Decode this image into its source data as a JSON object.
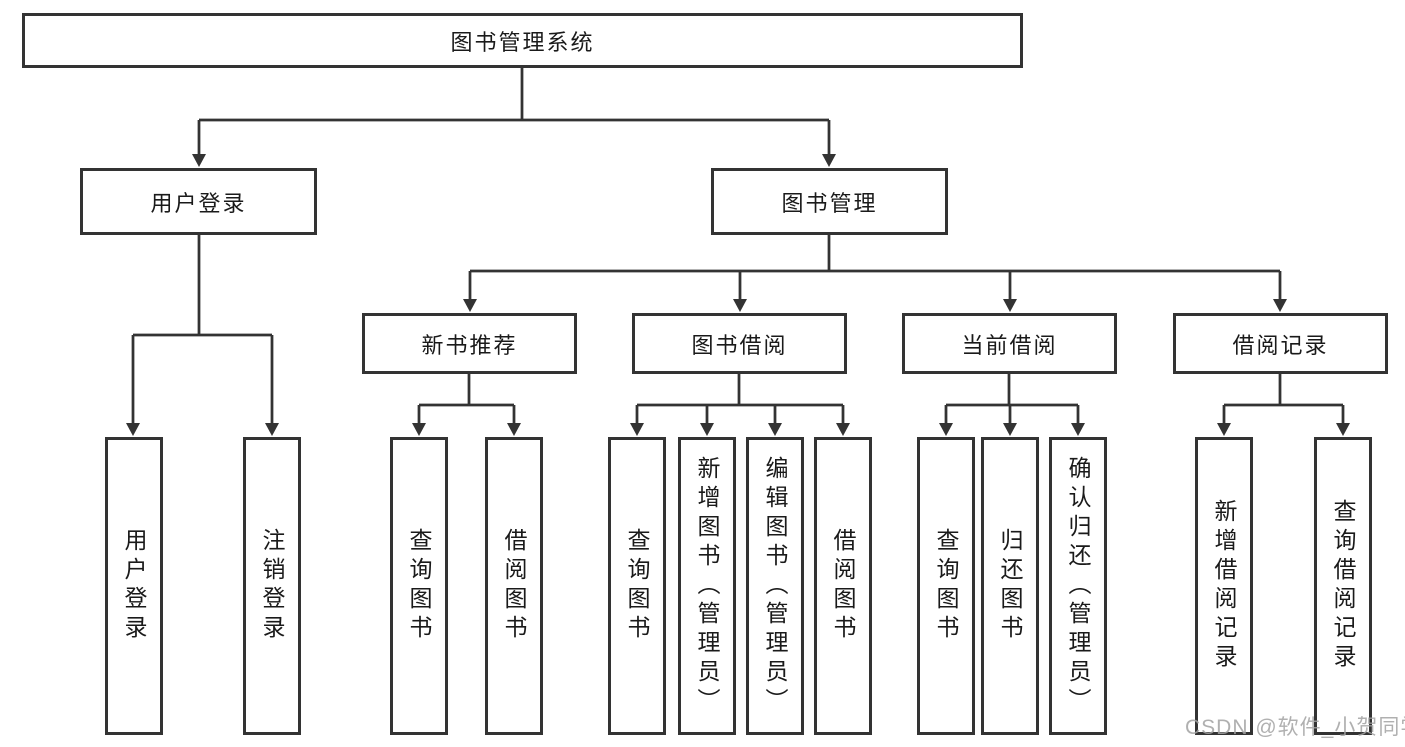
{
  "diagram_type": "hierarchy-tree",
  "tree": {
    "root": {
      "label": "图书管理系统",
      "children": [
        {
          "label": "用户登录",
          "children": [
            {
              "label": "用户登录"
            },
            {
              "label": "注销登录"
            }
          ]
        },
        {
          "label": "图书管理",
          "children": [
            {
              "label": "新书推荐",
              "children": [
                {
                  "label": "查询图书"
                },
                {
                  "label": "借阅图书"
                }
              ]
            },
            {
              "label": "图书借阅",
              "children": [
                {
                  "label": "查询图书"
                },
                {
                  "label": "新增图书（管理员）"
                },
                {
                  "label": "编辑图书（管理员）"
                },
                {
                  "label": "借阅图书"
                }
              ]
            },
            {
              "label": "当前借阅",
              "children": [
                {
                  "label": "查询图书"
                },
                {
                  "label": "归还图书"
                },
                {
                  "label": "确认归还（管理员）"
                }
              ]
            },
            {
              "label": "借阅记录",
              "children": [
                {
                  "label": "新增借阅记录"
                },
                {
                  "label": "查询借阅记录"
                }
              ]
            }
          ]
        }
      ]
    }
  },
  "watermark": {
    "text": "CSDN @软件_小贺同学"
  },
  "colors": {
    "line": "#333333",
    "box_border": "#333333",
    "box_fill": "#ffffff",
    "text": "#1a1a1a",
    "background": "#ffffff",
    "watermark": "#a3a3a3"
  }
}
